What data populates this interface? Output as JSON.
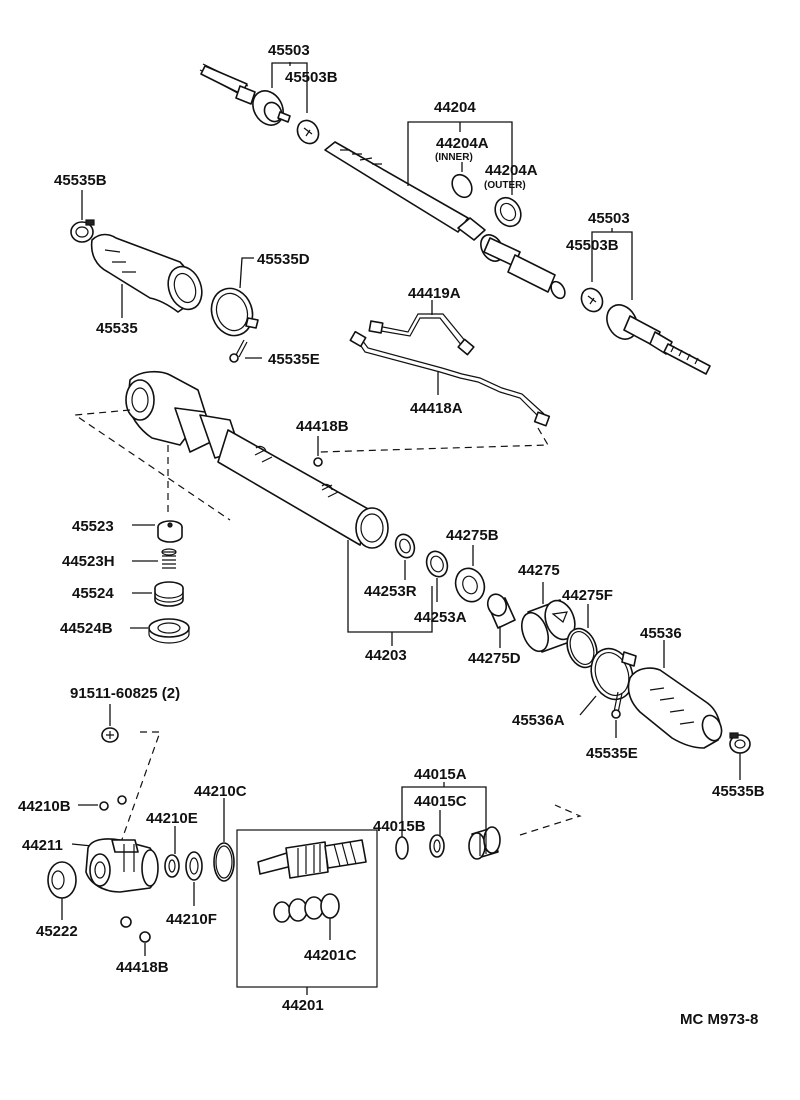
{
  "labels": {
    "l45503_top": "45503",
    "l45503B_top": "45503B",
    "l44204": "44204",
    "l44204A_inner": "44204A",
    "inner": "(INNER)",
    "l44204A_outer": "44204A",
    "outer": "(OUTER)",
    "l45535B_top": "45535B",
    "l45535D": "45535D",
    "l45535": "45535",
    "l45535E_top": "45535E",
    "l45503_right": "45503",
    "l45503B_right": "45503B",
    "l44419A": "44419A",
    "l44418A": "44418A",
    "l44418B_top": "44418B",
    "l45523": "45523",
    "l44523H": "44523H",
    "l45524": "45524",
    "l44524B": "44524B",
    "l44275B": "44275B",
    "l44275": "44275",
    "l44275F": "44275F",
    "l44253R": "44253R",
    "l44253A": "44253A",
    "l44203": "44203",
    "l44275D": "44275D",
    "l45536": "45536",
    "l45536A": "45536A",
    "l45535E_mid": "45535E",
    "l45535B_bottom": "45535B",
    "l91511": "91511-60825 (2)",
    "l44210B": "44210B",
    "l44210C": "44210C",
    "l44210E": "44210E",
    "l44211": "44211",
    "l45222": "45222",
    "l44210F": "44210F",
    "l44418B_bottom": "44418B",
    "l44015A": "44015A",
    "l44015C": "44015C",
    "l44015B": "44015B",
    "l44201C": "44201C",
    "l44201": "44201",
    "reference": "MC M973-8"
  }
}
